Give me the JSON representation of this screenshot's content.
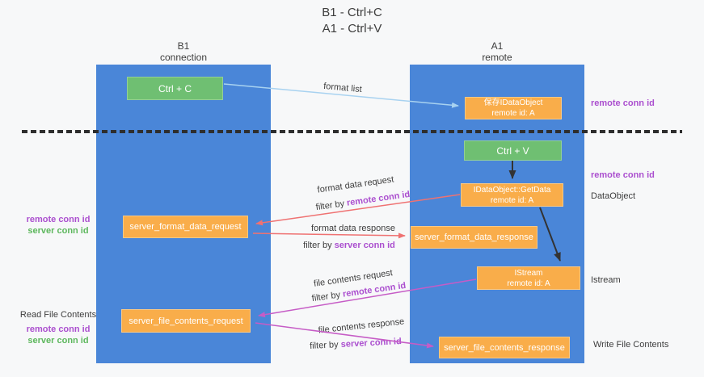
{
  "title": {
    "line1": "B1 - Ctrl+C",
    "line2": "A1 - Ctrl+V"
  },
  "lifelines": {
    "left": {
      "name": "B1",
      "subtitle": "connection"
    },
    "right": {
      "name": "A1",
      "subtitle": "remote"
    }
  },
  "nodes": {
    "ctrl_c": {
      "label": "Ctrl + C"
    },
    "ctrl_v": {
      "label": "Ctrl + V"
    },
    "save_dataobject": {
      "line1": "保存IDataObject",
      "line2": "remote id: A"
    },
    "getdata": {
      "line1": "IDataObject::GetData",
      "line2": "remote id: A"
    },
    "istream": {
      "line1": "IStream",
      "line2": "remote id: A"
    },
    "format_request": {
      "label": "server_format_data_request"
    },
    "format_response": {
      "label": "server_format_data_response"
    },
    "file_request": {
      "label": "server_file_contents_request"
    },
    "file_response": {
      "label": "server_file_contents_response"
    }
  },
  "side_labels": {
    "save_remote_conn_id": "remote conn id",
    "getdata_remote_conn_id": "remote conn id",
    "dataobject": "DataObject",
    "istream": "Istream",
    "write_file_contents": "Write File Contents",
    "read_file_contents": "Read File Contents",
    "format_remote_conn_id": "remote conn id",
    "format_server_conn_id": "server conn id",
    "file_remote_conn_id": "remote conn id",
    "file_server_conn_id": "server conn id"
  },
  "edge_labels": {
    "format_list": "format list",
    "format_data_request": "format data request",
    "format_data_response": "format data response",
    "file_contents_request": "file contents request",
    "file_contents_response": "file contents response",
    "filter_by": "filter by",
    "remote_conn_id": "remote conn id",
    "server_conn_id": "server conn id"
  },
  "colors": {
    "background": "#f7f8f9",
    "lifeline_blue": "#4a86d8",
    "node_green": "#6fbf72",
    "node_orange": "#f9ad4a",
    "arrow_light_blue": "#a8d2f0",
    "arrow_red": "#ef7272",
    "arrow_magenta": "#c65cc6",
    "arrow_black": "#333333",
    "remote_conn_id_purple": "#ab4fcf",
    "server_conn_id_green": "#5db75d"
  }
}
